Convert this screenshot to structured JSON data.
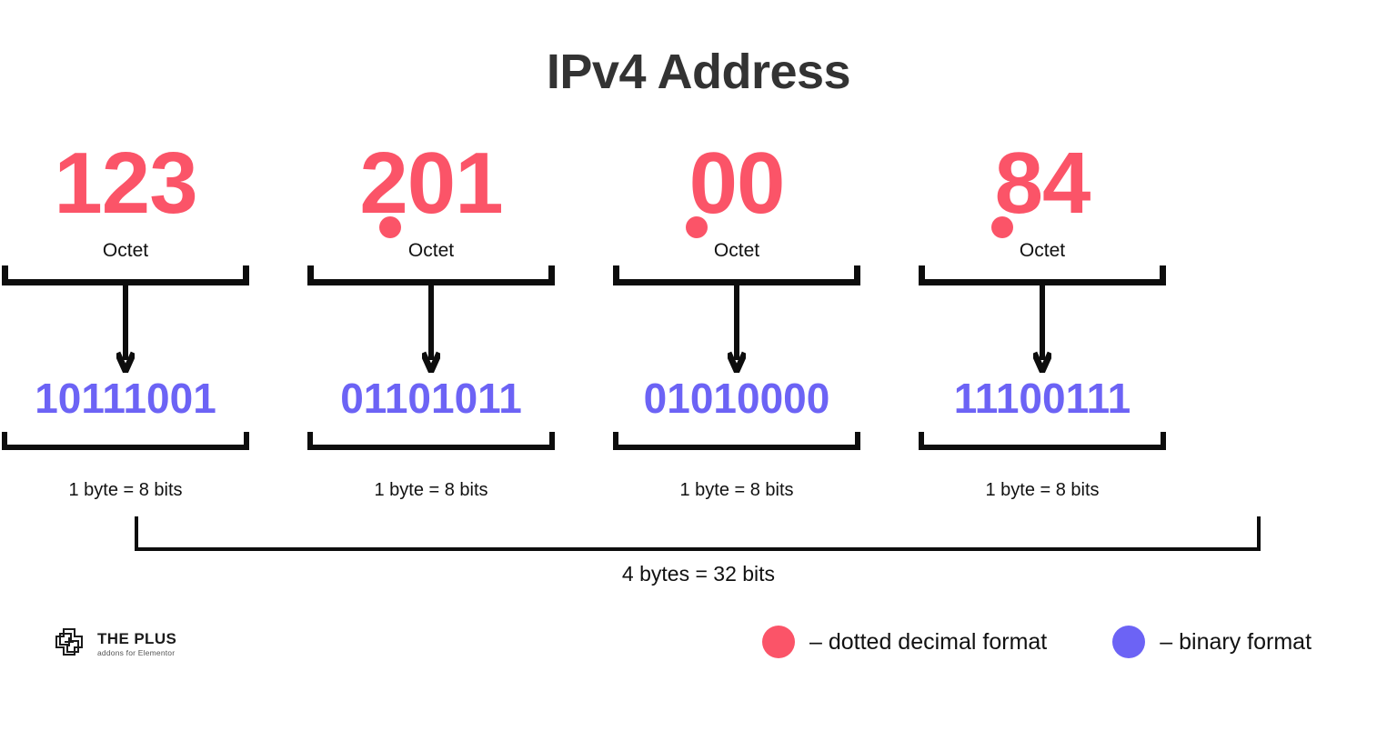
{
  "title": "IPv4 Address",
  "octets": [
    {
      "decimal": "123",
      "label": "Octet",
      "binary": "10111001",
      "byte_label": "1 byte = 8 bits"
    },
    {
      "decimal": "201",
      "label": "Octet",
      "binary": "01101011",
      "byte_label": "1 byte = 8 bits"
    },
    {
      "decimal": "00",
      "label": "Octet",
      "binary": "01010000",
      "byte_label": "1 byte = 8 bits"
    },
    {
      "decimal": "84",
      "label": "Octet",
      "binary": "11100111",
      "byte_label": "1 byte = 8 bits"
    }
  ],
  "separator": ".",
  "total_label": "4  bytes = 32 bits",
  "legend": {
    "items": [
      {
        "dash": "–",
        "label": "dotted decimal format",
        "color": "#FB5468",
        "icon": "circle-icon"
      },
      {
        "dash": "–",
        "label": "binary format",
        "color": "#6C63F5",
        "icon": "circle-icon"
      }
    ]
  },
  "brand": {
    "name": "THE PLUS",
    "tagline": "addons for Elementor",
    "icon": "plus-logo-icon"
  },
  "colors": {
    "decimal": "#FB5468",
    "binary": "#6C63F5",
    "ink": "#0d0d0d",
    "title": "#333333",
    "background": "#ffffff"
  }
}
